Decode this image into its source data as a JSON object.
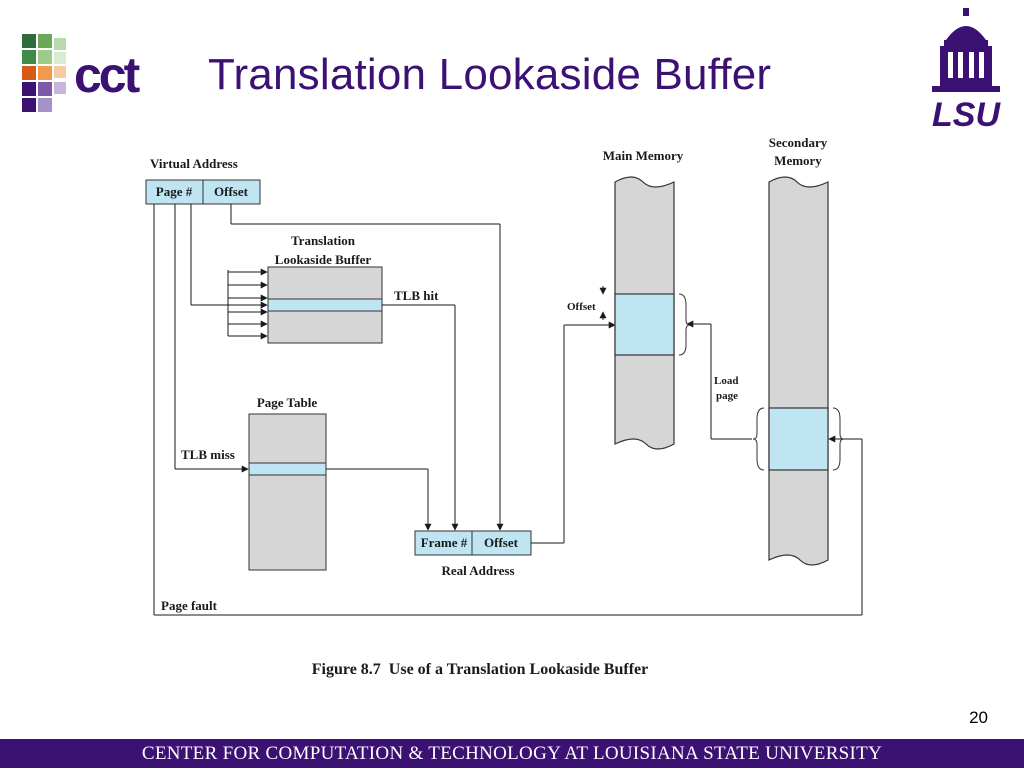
{
  "slide": {
    "title": "Translation Lookaside Buffer",
    "number": "20",
    "footer": "CENTER FOR COMPUTATION & TECHNOLOGY AT LOUISIANA STATE UNIVERSITY",
    "logo_left_text": "cct",
    "logo_right_text": "LSU"
  },
  "diagram": {
    "virtual_address": "Virtual Address",
    "page_num": "Page #",
    "offset": "Offset",
    "tlb_title_1": "Translation",
    "tlb_title_2": "Lookaside Buffer",
    "tlb_hit": "TLB hit",
    "page_table": "Page Table",
    "tlb_miss": "TLB miss",
    "frame_num": "Frame #",
    "offset2": "Offset",
    "real_address": "Real Address",
    "page_fault": "Page fault",
    "main_memory": "Main Memory",
    "secondary_memory_1": "Secondary",
    "secondary_memory_2": "Memory",
    "offset_small": "Offset",
    "load_1": "Load",
    "load_2": "page",
    "caption": "Figure 8.7  Use of a Translation Lookaside Buffer"
  },
  "colors": {
    "purple": "#3b1173",
    "highlight": "#bfe4f2",
    "memory_fill": "#d6d6d6"
  }
}
